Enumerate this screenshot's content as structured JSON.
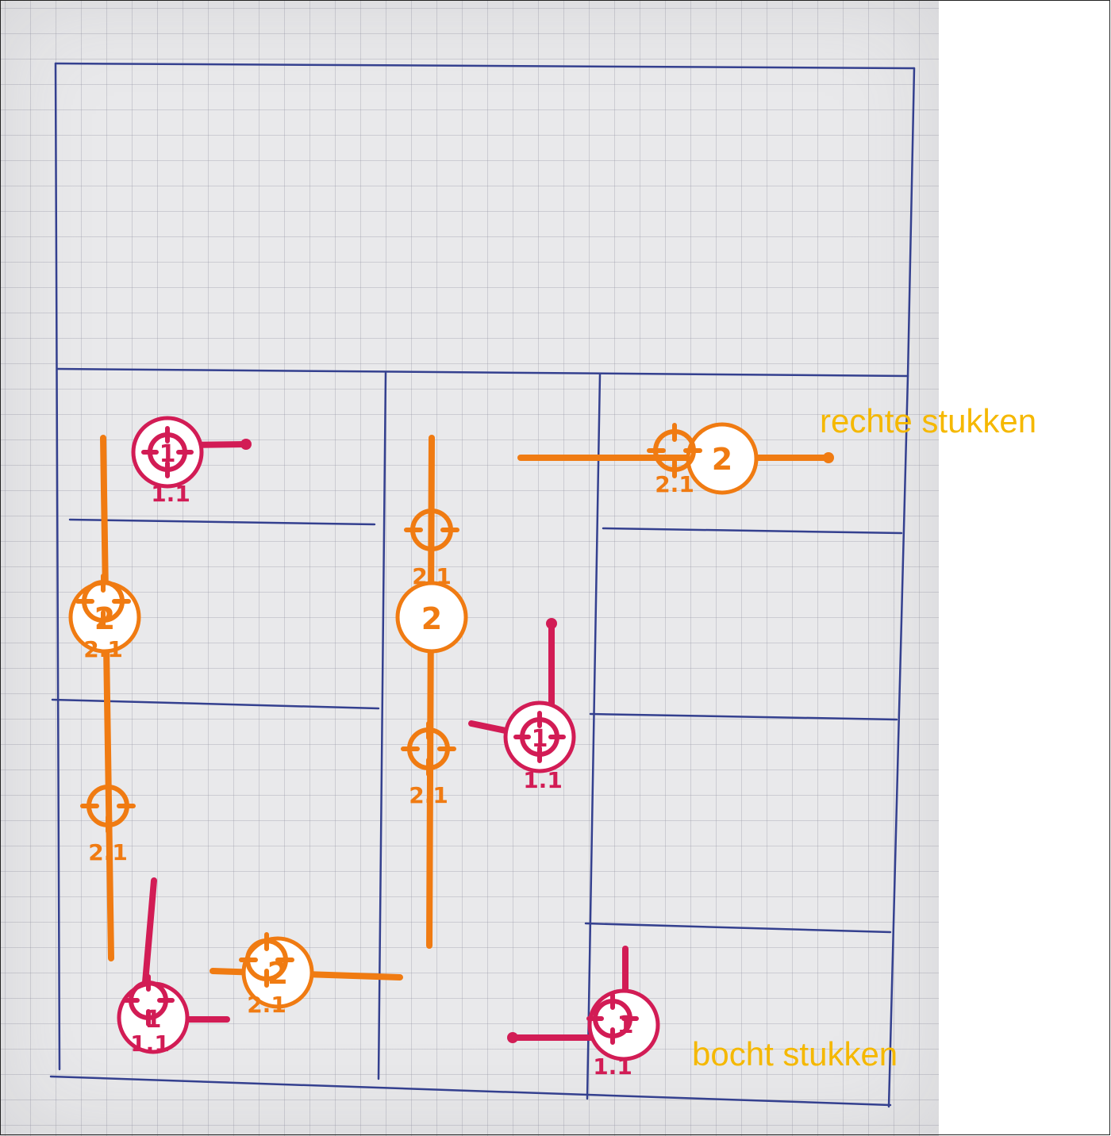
{
  "legend": {
    "straight_label": "rechte stukken",
    "bend_label": "bocht stukken"
  },
  "colors": {
    "straight": "#f07b12",
    "bend": "#d21c55",
    "label": "#f5b800",
    "ink": "#34408f"
  },
  "markers": {
    "straight_big": "2",
    "straight_small": "2.1",
    "bend_big": "1",
    "bend_small": "1.1"
  }
}
